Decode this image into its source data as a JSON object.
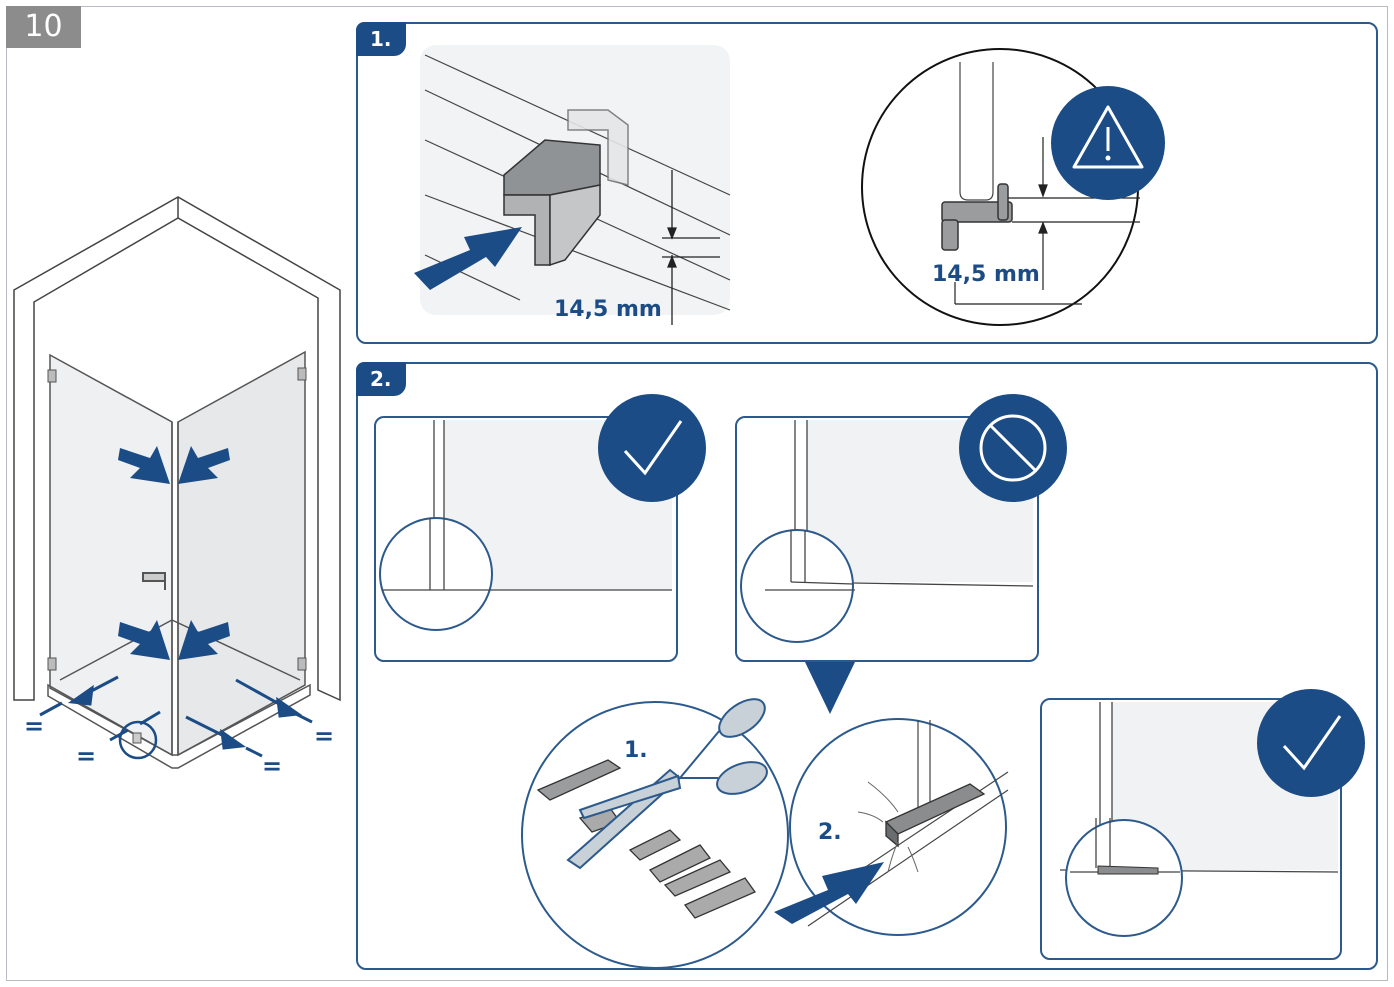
{
  "page": {
    "step_number": "10"
  },
  "panel_1": {
    "tag": "1.",
    "dimension_left": "14,5 mm",
    "dimension_right": "14,5 mm"
  },
  "panel_2": {
    "tag": "2.",
    "step_cut": "1.",
    "step_insert": "2."
  },
  "overview": {
    "equal_marks": [
      "=",
      "=",
      "=",
      "="
    ]
  },
  "icons": {
    "warning": "warning-triangle-icon",
    "check": "checkmark-icon",
    "prohibited": "prohibited-icon",
    "scissors": "scissors-icon"
  },
  "colors": {
    "accent": "#1c4c86",
    "line": "#2d5a8c",
    "badge": "#8c8c8c"
  }
}
